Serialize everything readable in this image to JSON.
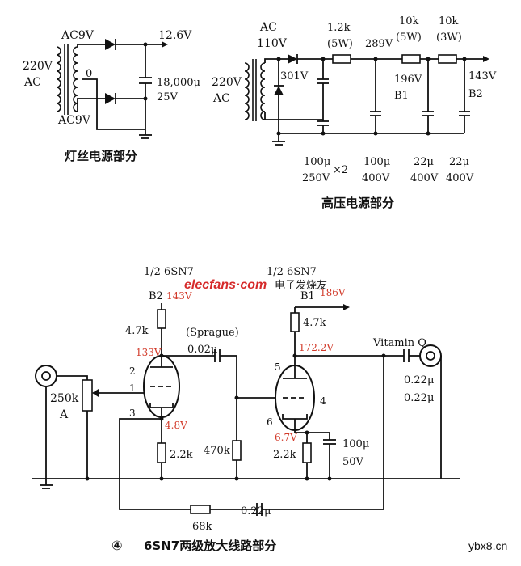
{
  "filament_supply": {
    "in_voltage": "220V",
    "in_ac": "AC",
    "sec_top": "AC9V",
    "sec_bottom": "AC9V",
    "center_tap": "0",
    "out_voltage": "12.6V",
    "cap_value": "18,000μ",
    "cap_voltage": "25V",
    "caption": "灯丝电源部分"
  },
  "hv_supply": {
    "in_voltage": "220V",
    "in_ac": "AC",
    "sec_ac": "AC",
    "sec_voltage": "110V",
    "rect_voltage": "301V",
    "r1_value": "1.2k",
    "r1_power": "(5W)",
    "v2": "289V",
    "r2_value": "10k",
    "r2_power": "(5W)",
    "r3_value": "10k",
    "r3_power": "(3W)",
    "b1_voltage": "196V",
    "b1_label": "B1",
    "b2_voltage": "143V",
    "b2_label": "B2",
    "c1_value": "100μ",
    "c1_voltage": "250V",
    "c1_times": "×2",
    "c2_value": "100μ",
    "c2_voltage": "400V",
    "c3_value": "22μ",
    "c3_voltage": "400V",
    "c4_value": "22μ",
    "c4_voltage": "400V",
    "caption": "高压电源部分"
  },
  "amp": {
    "tube1_label": "1/2 6SN7",
    "tube2_label": "1/2 6SN7",
    "b2_label": "B2",
    "b2_voltage": "143V",
    "b1_label": "B1",
    "b1_voltage": "186V",
    "r_plate1": "4.7k",
    "r_plate2": "4.7k",
    "plate1_voltage": "133V",
    "cathode1_voltage": "4.8V",
    "plate2_voltage": "172.2V",
    "cathode2_voltage": "6.7V",
    "sprague_label": "(Sprague)",
    "c_coupling": "0.02μ",
    "vitamin_label": "Vitamin Q",
    "out_cap1": "0.22μ",
    "out_cap2": "0.22μ",
    "pot_value": "250k",
    "pot_label": "A",
    "pin1": "1",
    "pin2": "2",
    "pin3": "3",
    "pin4": "4",
    "pin5": "5",
    "pin6": "6",
    "r_grid": "470k",
    "r_cathode1": "2.2k",
    "r_cathode2": "2.2k",
    "cath_cap_value": "100μ",
    "cath_cap_voltage": "50V",
    "fb_resistor": "68k",
    "fb_cap": "0.22μ",
    "caption_num": "④",
    "caption": "6SN7两级放大线路部分"
  },
  "watermark": {
    "site": "elecfans·com",
    "site_cn": "电子发烧友",
    "bottom": "ybx8.cn"
  }
}
